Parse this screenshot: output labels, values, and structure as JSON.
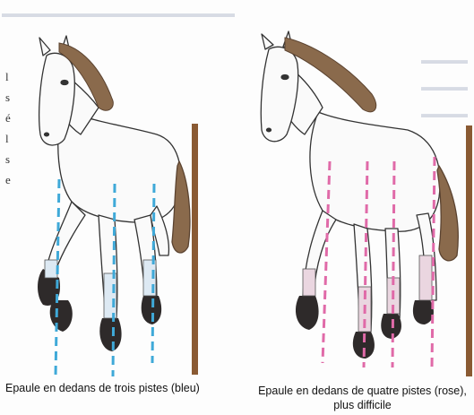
{
  "margin_letters": [
    "l",
    "s",
    "é",
    "l",
    "s",
    "e"
  ],
  "captions": {
    "left": "Epaule en dedans de trois pistes (bleu)",
    "right_line1": "Epaule en dedans de quatre pistes (rose),",
    "right_line2": "plus difficile"
  },
  "colors": {
    "blue_tracks": "#3fa9d8",
    "pink_tracks": "#e06aa8",
    "mane": "#8a6a4c",
    "hooves": "#2e2a2a",
    "pole": "#8a5a33"
  }
}
